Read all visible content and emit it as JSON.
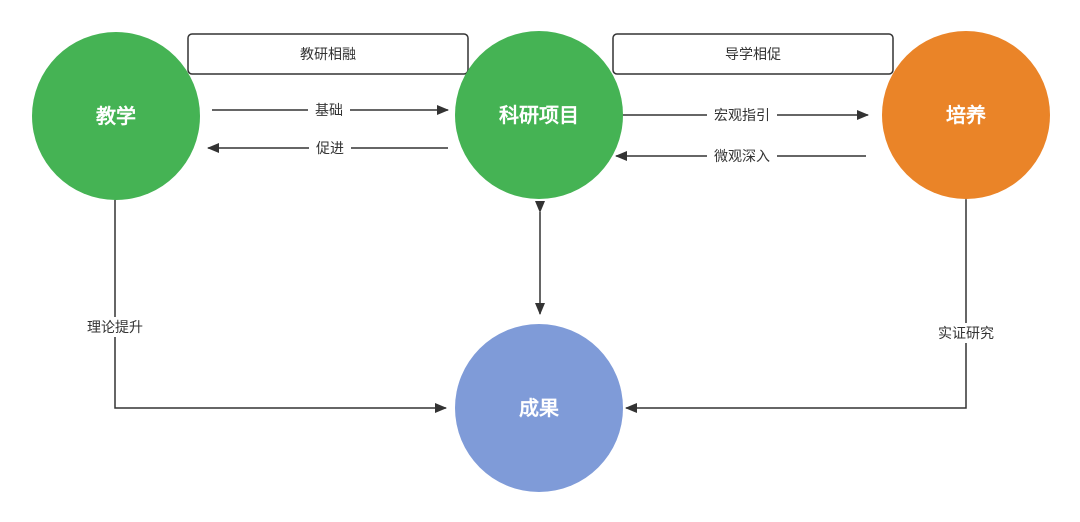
{
  "colors": {
    "green": "#45b354",
    "orange": "#ea8428",
    "blue": "#7f9bd8",
    "line": "#333333"
  },
  "nodes": {
    "teaching": "教学",
    "research": "科研项目",
    "cultivation": "培养",
    "outcome": "成果"
  },
  "boxes": {
    "teaching_research": "教研相融",
    "guide_learning": "导学相促"
  },
  "edges": {
    "foundation": "基础",
    "promote": "促进",
    "macro_guidance": "宏观指引",
    "micro_deepening": "微观深入",
    "theory_upgrade": "理论提升",
    "empirical_research": "实证研究"
  }
}
